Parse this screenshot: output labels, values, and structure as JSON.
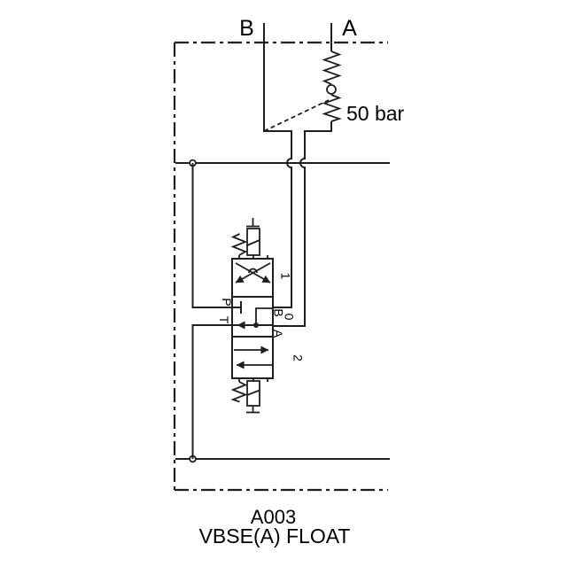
{
  "diagram": {
    "top_ports": {
      "b": "B",
      "a": "A"
    },
    "relief_valve": {
      "pressure": "50 bar"
    },
    "control_valve": {
      "ports": {
        "p": "P",
        "t": "T",
        "b": "B",
        "a": "A"
      },
      "positions": {
        "pos1": "1",
        "pos0": "0",
        "pos2": "2"
      }
    },
    "caption": {
      "code": "A003",
      "title": "VBSE(A) FLOAT"
    }
  },
  "colors": {
    "line": "#1f1f1f",
    "background": "#ffffff"
  }
}
